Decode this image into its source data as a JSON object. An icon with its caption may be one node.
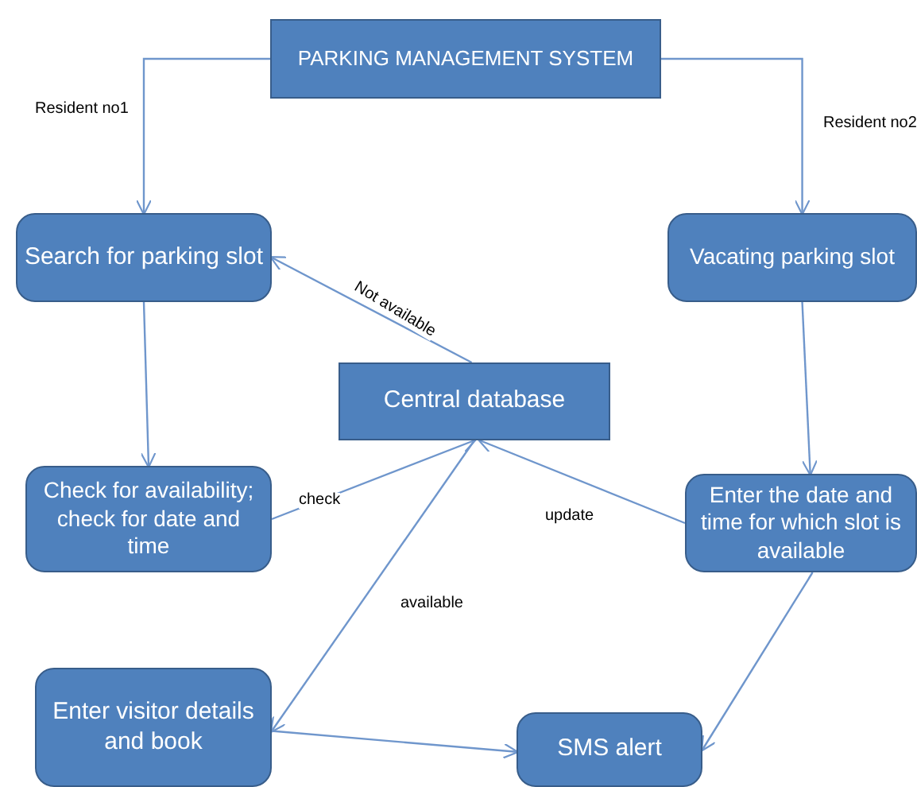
{
  "diagram": {
    "nodes": [
      {
        "text": [
          "PARKING MANAGEMENT SYSTEM"
        ]
      },
      {
        "text": [
          "Search for parking slot"
        ]
      },
      {
        "text": [
          "Vacating parking slot"
        ]
      },
      {
        "text": [
          "Central database"
        ]
      },
      {
        "text": [
          "Check for availability; check for date and time"
        ]
      },
      {
        "text": [
          "Enter the date and time for which slot is available"
        ]
      },
      {
        "text": [
          "Enter visitor details and book"
        ]
      },
      {
        "text": [
          "SMS alert"
        ]
      }
    ],
    "edges": [
      {
        "from": 0,
        "to": 1,
        "arrow": "to",
        "label": "Resident no1"
      },
      {
        "from": 0,
        "to": 2,
        "arrow": "to",
        "label": "Resident no2"
      },
      {
        "from": 3,
        "to": 1,
        "arrow": "to",
        "label": "Not available"
      },
      {
        "from": 1,
        "to": 4,
        "arrow": "to"
      },
      {
        "from": 4,
        "to": 3,
        "arrow": "to",
        "label": "check"
      },
      {
        "from": 2,
        "to": 5,
        "arrow": "to"
      },
      {
        "from": 5,
        "to": 3,
        "arrow": "to",
        "label": "update"
      },
      {
        "from": 3,
        "to": 6,
        "arrow": "to",
        "label": "available"
      },
      {
        "from": 6,
        "to": 7,
        "arrow": "to"
      },
      {
        "from": 5,
        "to": 7,
        "arrow": "to"
      }
    ]
  }
}
